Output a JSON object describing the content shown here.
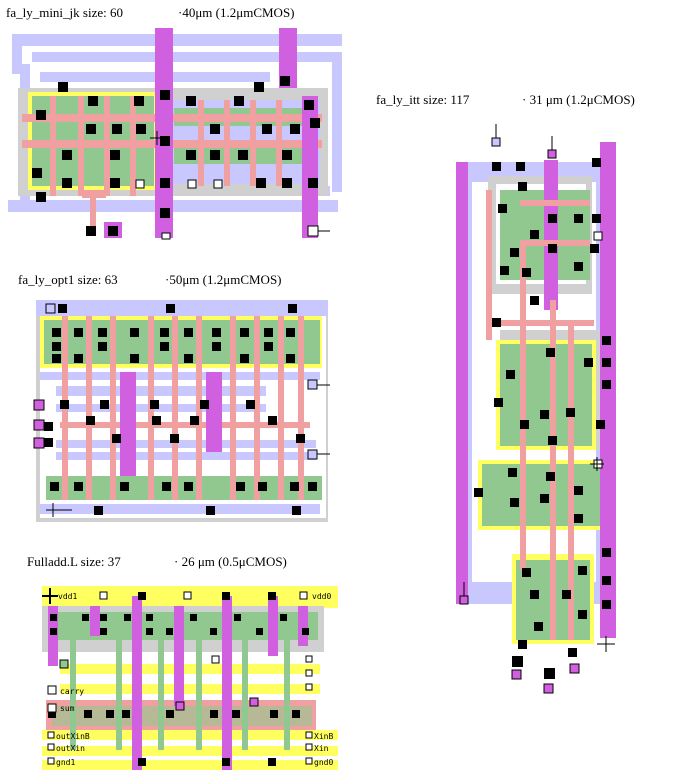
{
  "layouts": [
    {
      "id": "fa_ly_mini_jk",
      "caption": "fa_ly_mini_jk size: 60",
      "dim": "·40μm (1.2μmCMOS)"
    },
    {
      "id": "fa_ly_opt1",
      "caption": "fa_ly_opt1 size: 63",
      "dim": "·50μm (1.2μmCMOS)"
    },
    {
      "id": "fulladd_l",
      "caption": "Fulladd.L size: 37",
      "dim": "· 26 μm (0.5μCMOS)"
    },
    {
      "id": "fa_ly_itt",
      "caption": "fa_ly_itt size: 117",
      "dim": "· 31 μm (1.2μCMOS)"
    }
  ],
  "pin_labels": {
    "vdd_left": "vdd1",
    "vdd_right": "vdd0",
    "gnd_left": "gnd1",
    "gnd_right": "gnd0",
    "carry": "carry",
    "sum": "sum",
    "outXinB": "outXinB",
    "outXin": "outXin",
    "XinB": "XinB",
    "Xin": "Xin"
  },
  "colors": {
    "metal1": "#c8c8ff",
    "metal2": "#d060e0",
    "poly": "#f0a0a0",
    "active": "#90c890",
    "well": "#d0d0d0",
    "select": "#ffff60",
    "contact": "#000000"
  }
}
